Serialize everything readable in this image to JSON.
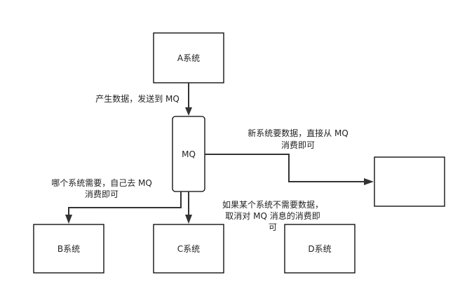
{
  "nodes": {
    "system_a": "A系统",
    "mq": "MQ",
    "system_b": "B系统",
    "system_c": "C系统",
    "system_d": "D系统",
    "new_system": ""
  },
  "edge_labels": {
    "a_to_mq": "产生数据，发送到 MQ",
    "mq_to_new": [
      "新系统要数据，直接从 MQ",
      "消费即可"
    ],
    "mq_to_b": [
      "哪个系统需要，自己去 MQ",
      "消费即可"
    ],
    "mq_to_d": [
      "如果某个系统不需要数据，",
      "取消对 MQ 消息的消费即",
      "可"
    ]
  },
  "colors": {
    "box_stroke": "#000000",
    "edge": "#333333",
    "text": "#222222"
  }
}
